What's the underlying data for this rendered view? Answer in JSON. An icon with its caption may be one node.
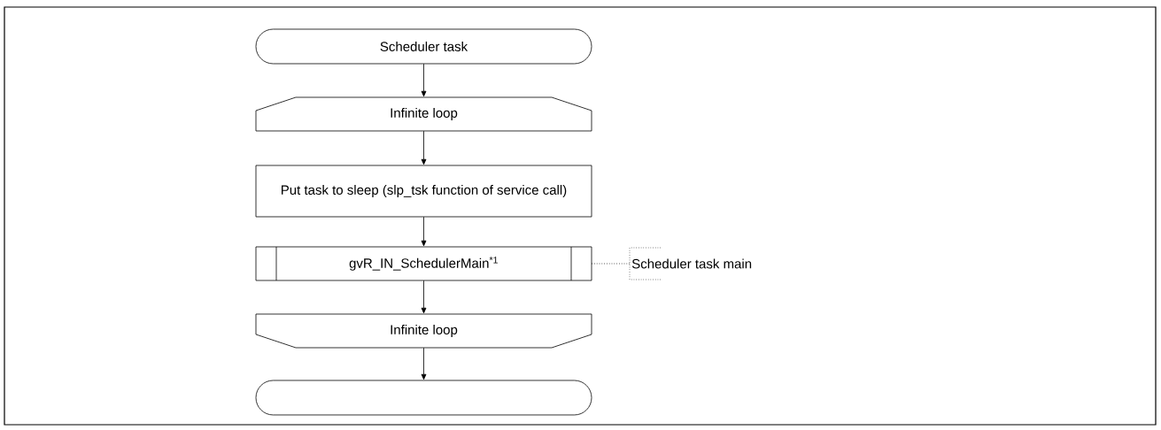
{
  "diagram": {
    "nodes": [
      {
        "text": [
          "Scheduler task"
        ]
      },
      {
        "text": [
          "Infinite loop"
        ]
      },
      {
        "text": [
          "Put task to sleep (slp_tsk function of service call)"
        ]
      },
      {
        "text": [
          "gvR_IN_SchedulerMain$^{*1}$"
        ]
      },
      {
        "text": [
          "Scheduler task main"
        ]
      },
      {
        "text": [
          "Infinite loop"
        ]
      },
      {
        "text": [],
        "shape": "stadium"
      }
    ],
    "edges": [
      {
        "from": 0,
        "to": 1,
        "arrow": "to"
      },
      {
        "from": 1,
        "to": 2,
        "arrow": "to"
      },
      {
        "from": 2,
        "to": 3,
        "arrow": "to"
      },
      {
        "from": 3,
        "to": 4,
        "arrow": "none",
        "style": "dashed"
      },
      {
        "from": 3,
        "to": 5,
        "arrow": "to"
      },
      {
        "from": 5,
        "to": 6,
        "arrow": "to"
      }
    ]
  }
}
